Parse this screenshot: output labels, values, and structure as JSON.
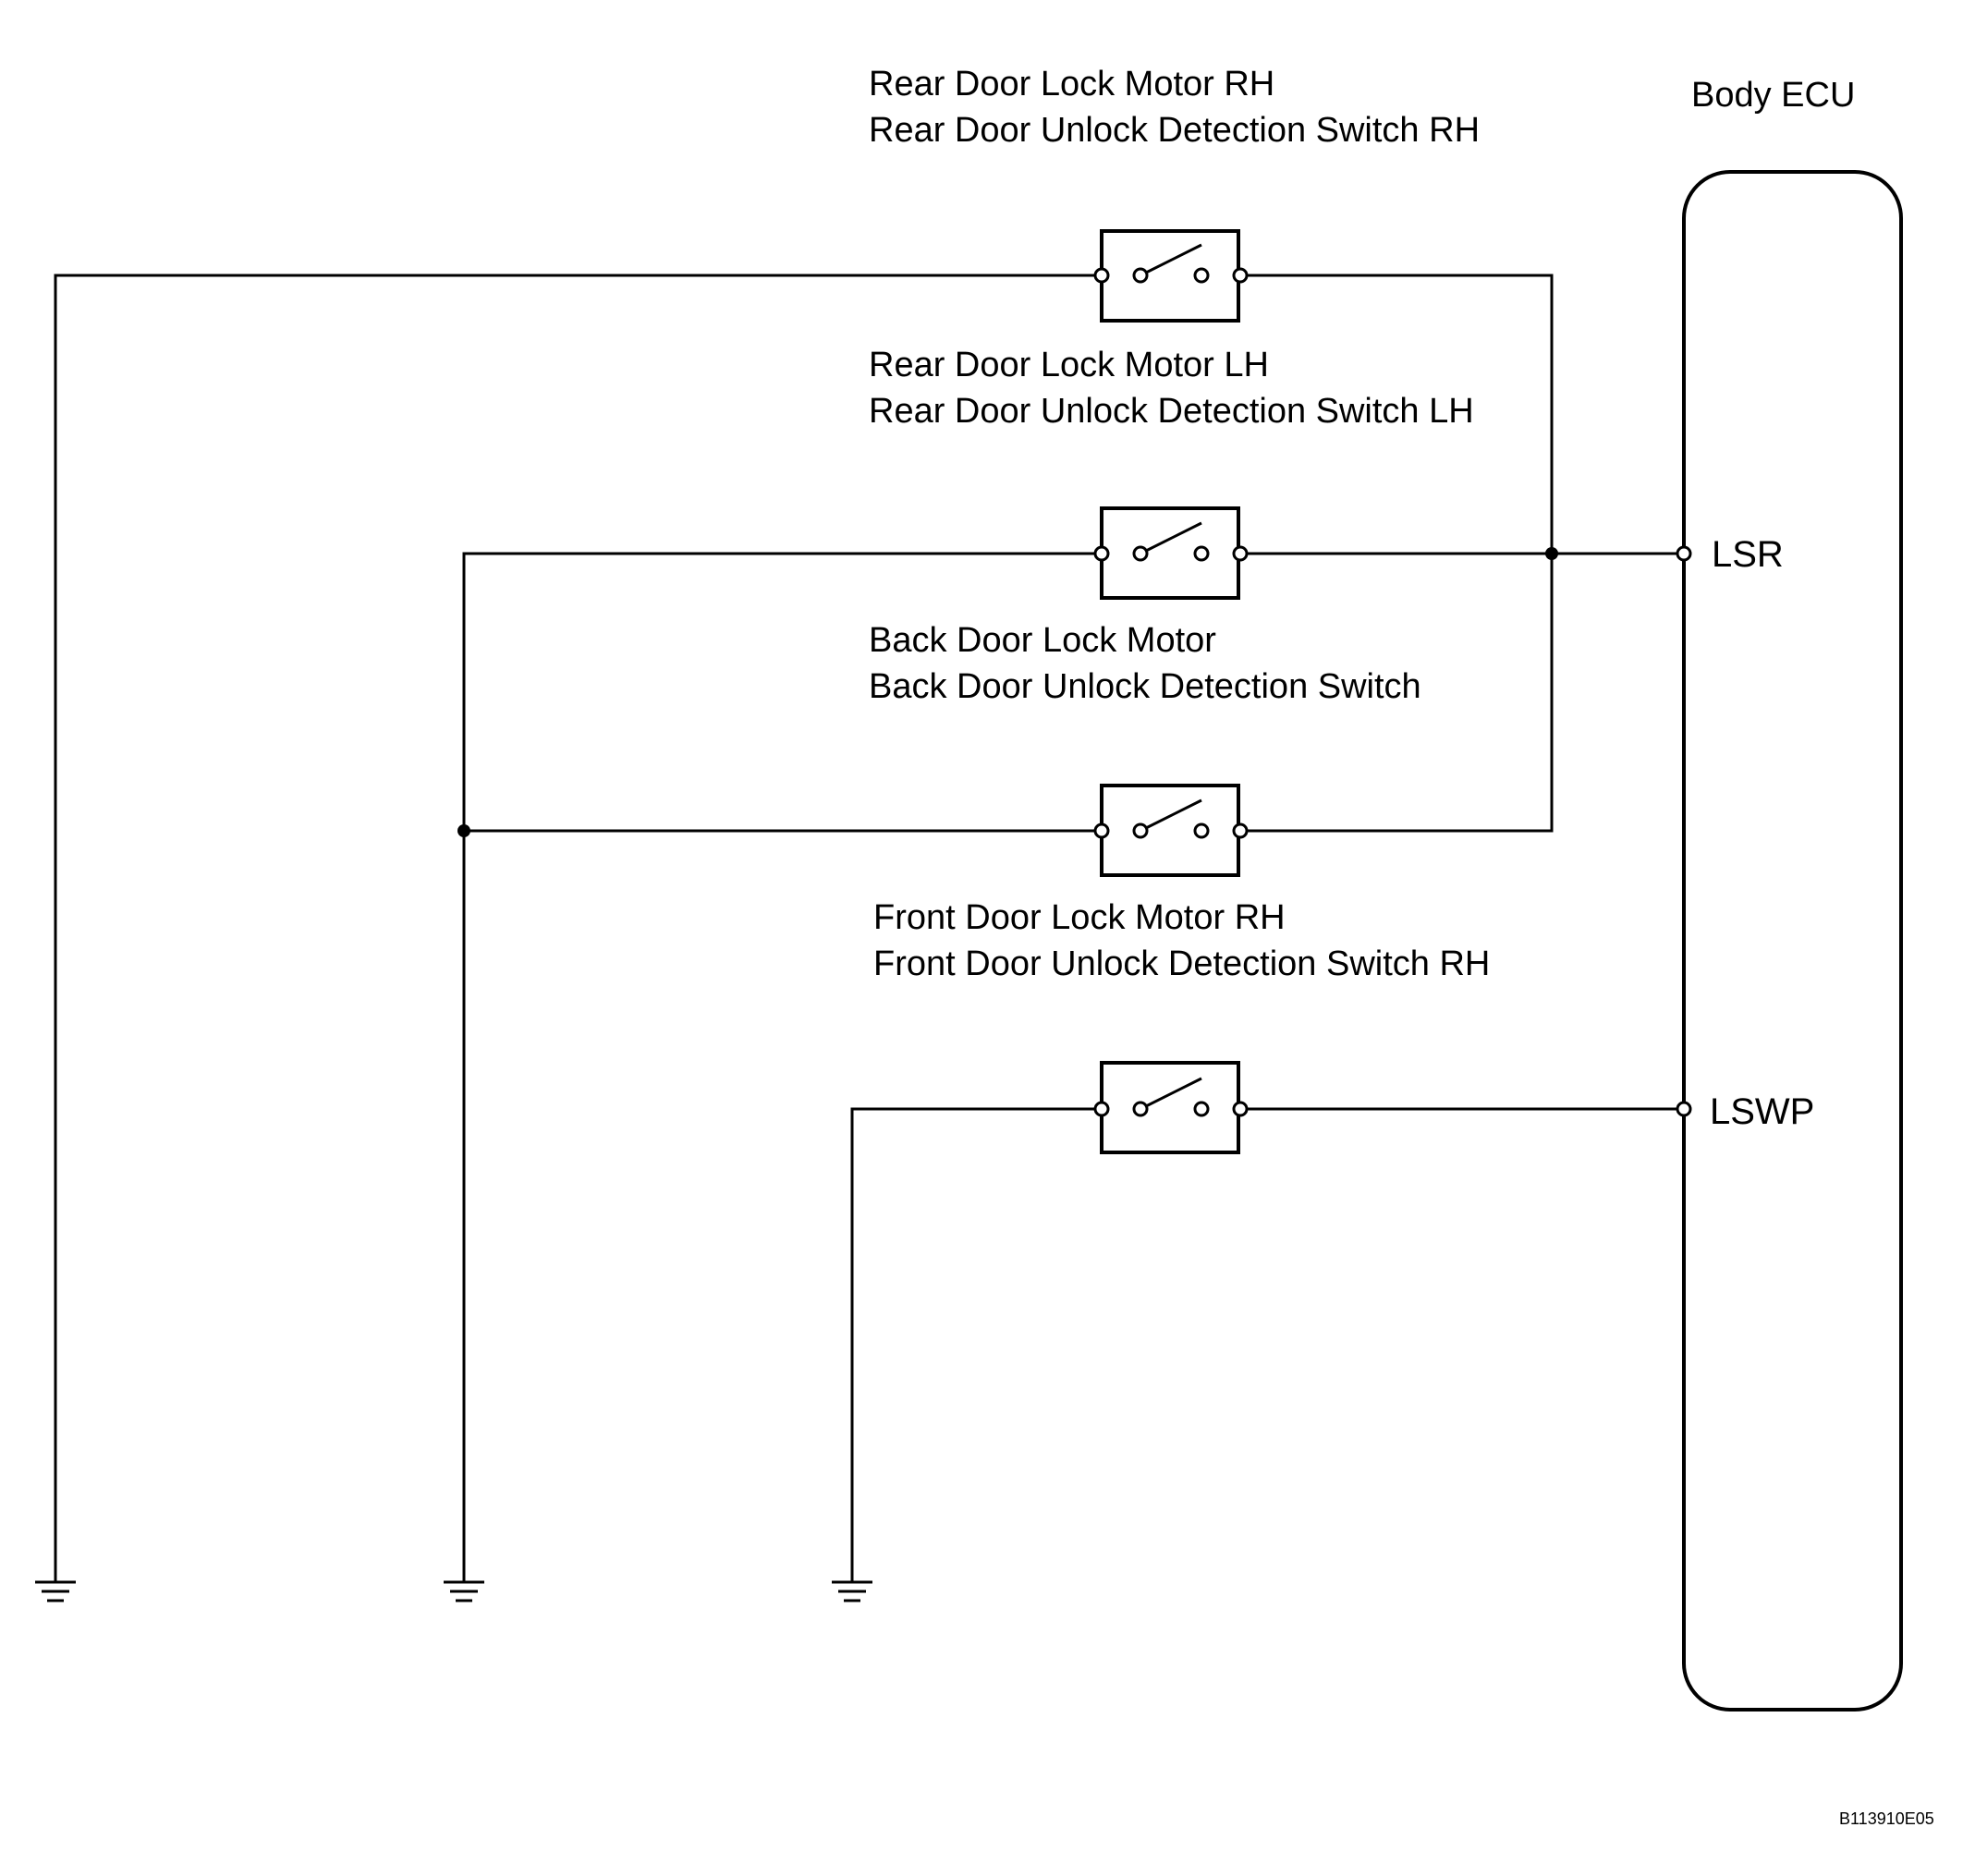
{
  "ecu": {
    "title": "Body ECU",
    "pins": [
      "LSR",
      "LSWP"
    ]
  },
  "switches": [
    {
      "line1": "Rear Door Lock Motor RH",
      "line2": "Rear Door Unlock Detection Switch RH"
    },
    {
      "line1": "Rear Door Lock Motor LH",
      "line2": "Rear Door Unlock Detection Switch LH"
    },
    {
      "line1": "Back Door Lock Motor",
      "line2": "Back Door Unlock Detection Switch"
    },
    {
      "line1": "Front Door Lock Motor RH",
      "line2": "Front Door Unlock Detection Switch RH"
    }
  ],
  "figure_code": "B113910E05"
}
